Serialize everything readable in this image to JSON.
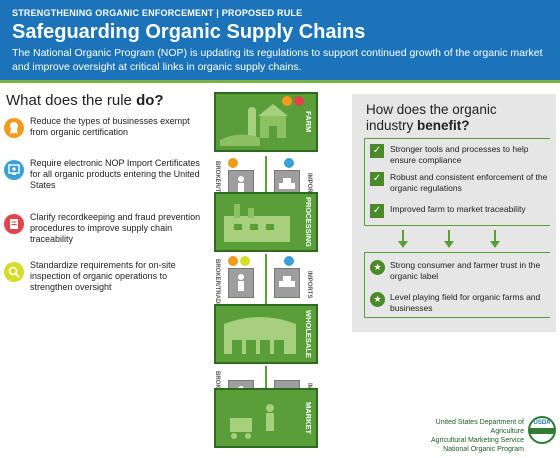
{
  "header": {
    "kicker": "STRENGTHENING ORGANIC ENFORCEMENT | PROPOSED RULE",
    "title": "Safeguarding Organic Supply Chains",
    "subtitle": "The National Organic Program (NOP) is updating its regulations to support continued growth of the organic market and improve oversight at critical links in organic supply chains."
  },
  "left": {
    "heading_pre": "What does the rule ",
    "heading_bold": "do?",
    "items": [
      {
        "icon": "award-ribbon-icon",
        "color": "#f39a1e",
        "text": "Reduce the types of businesses exempt from organic certification"
      },
      {
        "icon": "certificate-screen-icon",
        "color": "#3aa0d8",
        "text": "Require electronic NOP Import Certificates for all organic products entering the United States"
      },
      {
        "icon": "document-icon",
        "color": "#e5434a",
        "text": "Clarify recordkeeping and fraud prevention procedures to improve supply chain traceability"
      },
      {
        "icon": "magnifier-icon",
        "color": "#d6dc28",
        "text": "Standardize requirements for on-site inspection of organic operations to strengthen oversight"
      }
    ]
  },
  "chain": {
    "stages": [
      "FARM",
      "PROCESSING",
      "WHOLESALE",
      "MARKET"
    ],
    "broker_label": "BROKER/TRADER",
    "imports_label": "IMPORTS",
    "dot_colors": {
      "orange": "#f39a1e",
      "red": "#e5434a",
      "blue": "#3aa0d8",
      "yellow": "#d6dc28"
    }
  },
  "right": {
    "heading_pre": "How does the organic industry ",
    "heading_bold": "benefit?",
    "checks": [
      "Stronger tools and processes to help ensure compliance",
      "Robust and consistent enforcement of the organic regulations",
      "Improved farm to market traceability"
    ],
    "stars": [
      "Strong consumer and farmer trust in the organic label",
      "Level playing field for organic farms and businesses"
    ]
  },
  "footer": {
    "line1": "United States Department of Agriculture",
    "line2": "Agricultural Marketing Service",
    "line3": "National Organic Program",
    "seal_top": "USDA",
    "seal_band": "ORGANIC"
  },
  "colors": {
    "header_blue": "#1b74b9",
    "green": "#5a9e3a",
    "panel_gray": "#e6e6e6"
  }
}
